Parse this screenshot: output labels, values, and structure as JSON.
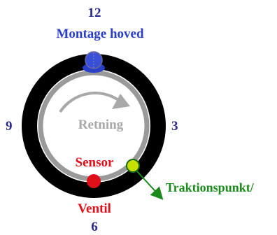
{
  "clock": {
    "twelve": "12",
    "three": "3",
    "six": "6",
    "nine": "9"
  },
  "labels": {
    "mount": "Montage hoved",
    "direction": "Retning",
    "sensor": "Sensor",
    "valve": "Ventil",
    "traction": "Traktionspunkt/"
  },
  "colors": {
    "clock_numbers": "#2a2a8c",
    "mount": "#2a3fc8",
    "direction": "#a8a8a8",
    "sensor": "#e0101a",
    "valve": "#e0101a",
    "traction": "#1a8a1a",
    "tire": "#000000",
    "rim": "#9a9a9a"
  },
  "icons": [
    "mounting-head-icon",
    "direction-arrow-icon",
    "sensor-dot-icon",
    "traction-point-icon",
    "pointer-arrow-icon"
  ]
}
